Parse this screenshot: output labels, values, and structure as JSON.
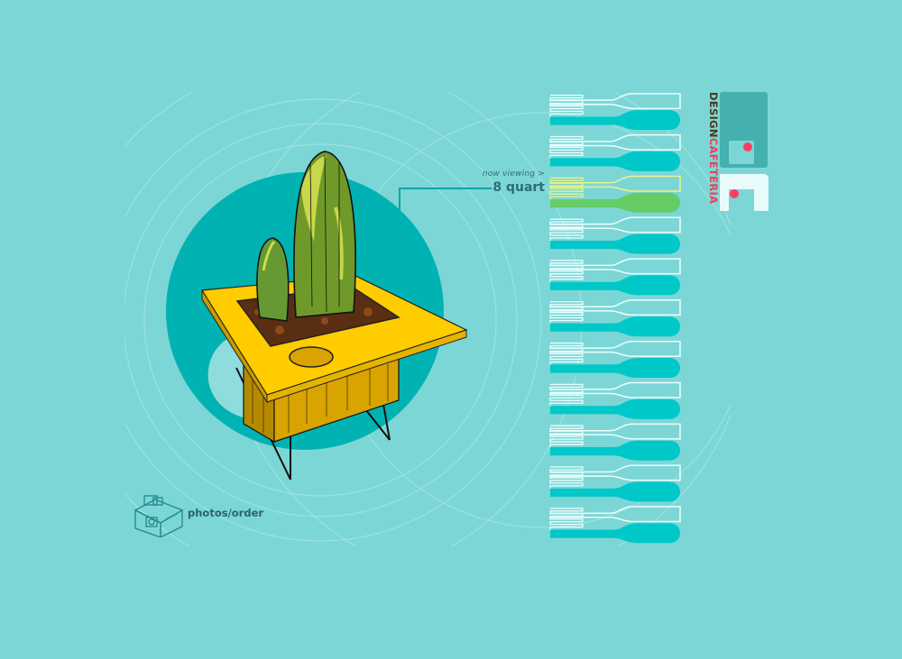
{
  "viewer": {
    "caption_label": "now viewing >",
    "caption_value": "8 quart"
  },
  "product": {
    "illustration": "cactus planter",
    "selected_index": 2
  },
  "selector": {
    "item_count": 11,
    "color": "#00c8c8",
    "selected_color": "#66cc66"
  },
  "brand": {
    "part1": "DESIGN",
    "part2": "CAFETERIA"
  },
  "nav": {
    "photos_label": "photos/order",
    "photos_icon": "camera-icon"
  },
  "colors": {
    "background": "#7dd6d6",
    "circle": "#00b2b2",
    "tray": "#ffcc00",
    "accent_pink": "#ff3c64"
  }
}
